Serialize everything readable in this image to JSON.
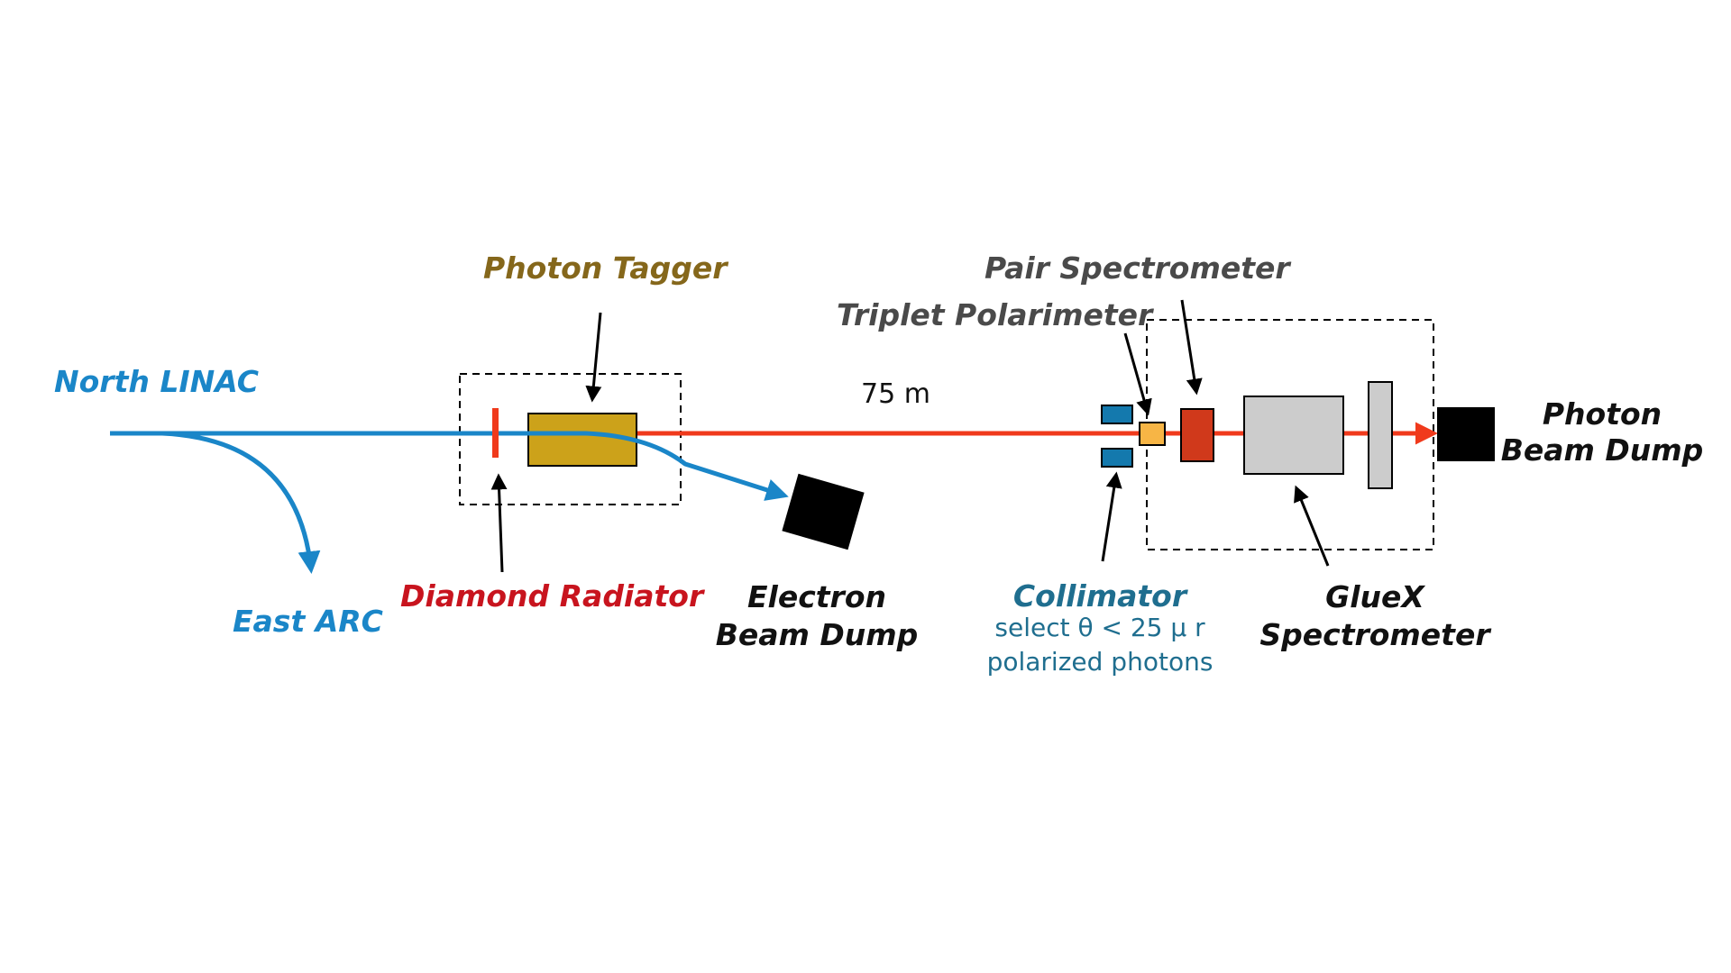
{
  "labels": {
    "north_linac": "North LINAC",
    "east_arc": "East ARC",
    "photon_tagger": "Photon Tagger",
    "diamond_radiator": "Diamond Radiator",
    "electron_dump_line1": "Electron",
    "electron_dump_line2": "Beam Dump",
    "distance": "75 m",
    "pair_spectrometer": "Pair Spectrometer",
    "triplet_polarimeter": "Triplet Polarimeter",
    "collimator": "Collimator",
    "collimator_note1": "select  θ < 25  μ r",
    "collimator_note2": "polarized photons",
    "gluex_line1": "GlueX",
    "gluex_line2": "Spectrometer",
    "photon_dump_line1": "Photon",
    "photon_dump_line2": "Beam Dump"
  },
  "colors": {
    "electron_beam": "#1a86c8",
    "photon_beam": "#f03a1c",
    "radiator": "#f03a1c",
    "tagger": "#cca21a",
    "collimator": "#1479ad",
    "polarimeter": "#f7b545",
    "pair_spectrometer": "#d0391b",
    "gluex_magnet": "#cccccc",
    "beam_dump": "#000000",
    "label_blue": "#1a86c8",
    "label_red": "#c8141e",
    "label_gold": "#85671b",
    "label_grey": "#4a4a4a",
    "label_teal": "#1f6e8f"
  }
}
